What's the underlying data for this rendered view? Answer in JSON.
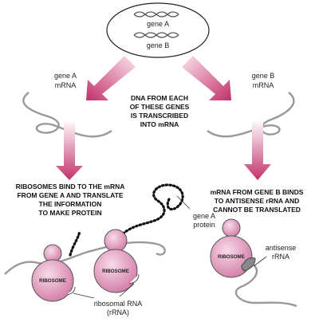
{
  "genes_box": {
    "gene_a": "gene A",
    "gene_b": "gene B"
  },
  "labels": {
    "gene_a_mrna": [
      "gene A",
      "mRNA"
    ],
    "gene_b_mrna": [
      "gene B",
      "mRNA"
    ],
    "transcription": [
      "DNA FROM EACH",
      "OF THESE GENES",
      "IS TRANSCRIBED",
      "INTO mRNA"
    ],
    "left_caption": [
      "RIBOSOMES BIND TO THE mRNA",
      "FROM GENE A AND TRANSLATE",
      "THE INFORMATION",
      "TO MAKE PROTEIN"
    ],
    "right_caption": [
      "mRNA FROM GENE B BINDS",
      "TO ANTISENSE rRNA AND",
      "CANNOT BE TRANSLATED"
    ],
    "gene_a_protein": [
      "gene A",
      "protein"
    ],
    "ribosome": "RIBOSOME",
    "ribosomal_rna": [
      "ribosomal RNA",
      "(rRNA)"
    ],
    "antisense_rrna": [
      "antisense",
      "rRNA"
    ]
  },
  "colors": {
    "arrow": "#c2306a",
    "ribosome_fill": "#e7a6c6",
    "ribosome_stroke": "#555555",
    "strand": "#999999"
  }
}
